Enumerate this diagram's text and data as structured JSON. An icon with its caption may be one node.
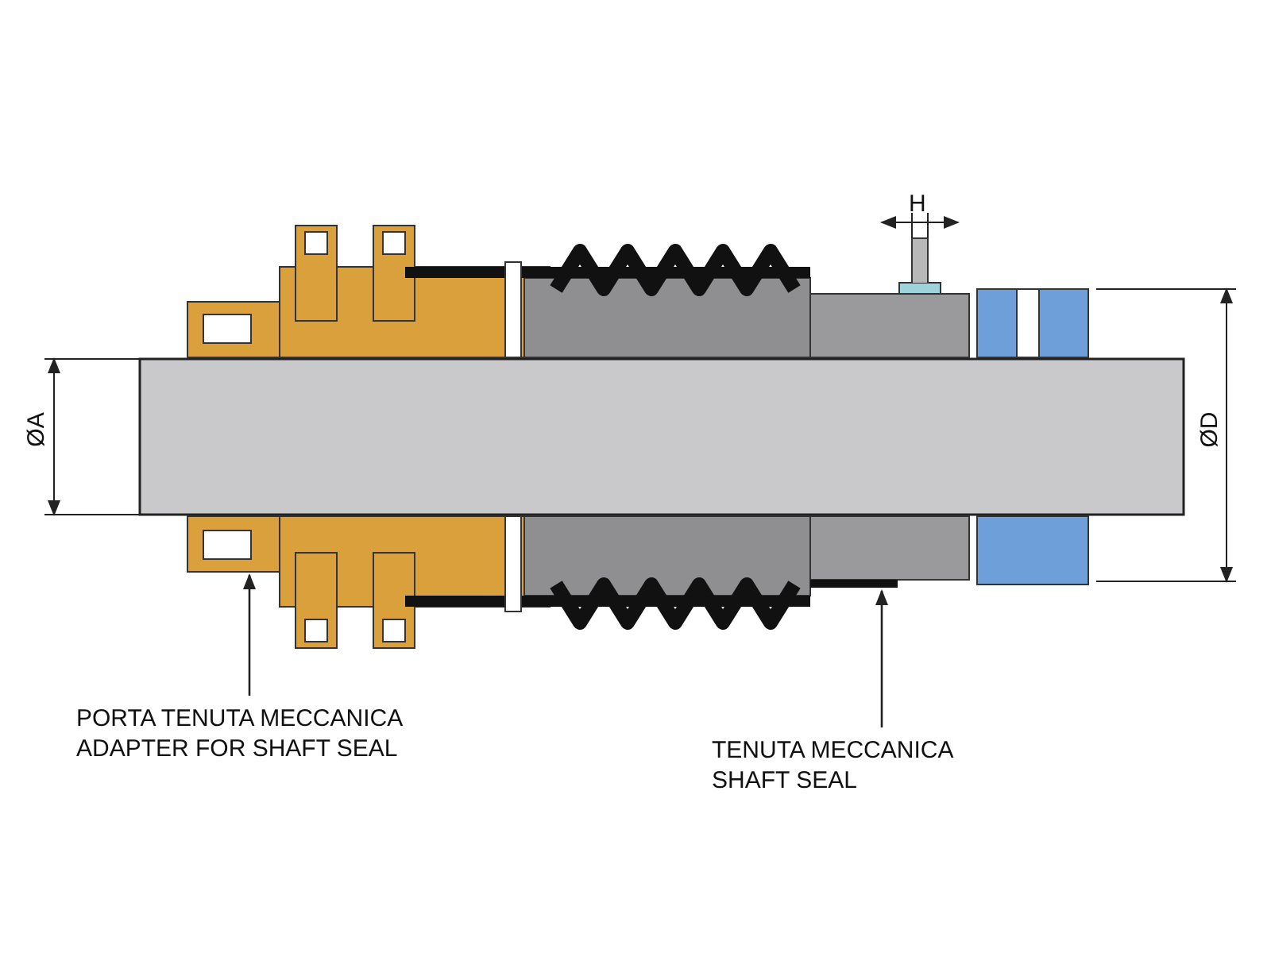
{
  "diagram": {
    "nodes": [
      {
        "text": [
          "PORTA TENUTA MECCANICA",
          "ADAPTER FOR SHAFT SEAL"
        ]
      },
      {
        "text": [],
        "shape": "picture"
      },
      {
        "text": [
          "TENUTA MECCANICA",
          "SHAFT SEAL"
        ]
      },
      {
        "text": [],
        "shape": "picture"
      }
    ],
    "edges": [
      {
        "from": 0,
        "to": 1,
        "arrow": "to"
      },
      {
        "from": 2,
        "to": 3,
        "arrow": "to"
      }
    ],
    "labels": [
      "H",
      "ØA",
      "ØD"
    ]
  }
}
